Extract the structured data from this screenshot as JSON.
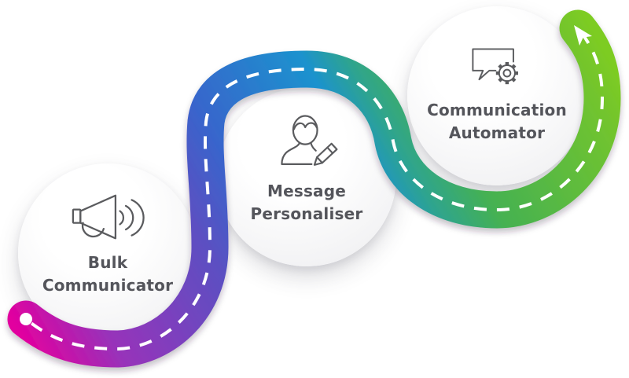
{
  "diagram_title": "",
  "nodes": [
    {
      "id": "bulk-communicator",
      "label": "Bulk Communicator",
      "icon": "megaphone-icon"
    },
    {
      "id": "message-personaliser",
      "label": "Message Personaliser",
      "icon": "person-edit-icon"
    },
    {
      "id": "communication-automator",
      "label": "Communication Automator",
      "icon": "chat-gear-icon"
    }
  ],
  "road": {
    "description": "dashed-centerline road from start dot to arrow, winding around the three nodes",
    "start_marker": "dot",
    "end_marker": "arrow",
    "gradient": {
      "stop0": "#E2009F",
      "stop1": "#9733BA",
      "stop2": "#5B50C2",
      "stop3": "#3865CC",
      "stop4": "#1C92CE",
      "stop5": "#2EA48F",
      "stop6": "#45B152",
      "stop7": "#74C52C",
      "stop8": "#7DCC23"
    },
    "dash_color": "#ffffff",
    "dot_color": "#ffffff",
    "arrow_color": "#ffffff"
  },
  "colors": {
    "background": "#ffffff",
    "label_text": "#54555B",
    "icon_stroke": "#5A5B5E",
    "circle_fill": "#f5f5f7"
  }
}
